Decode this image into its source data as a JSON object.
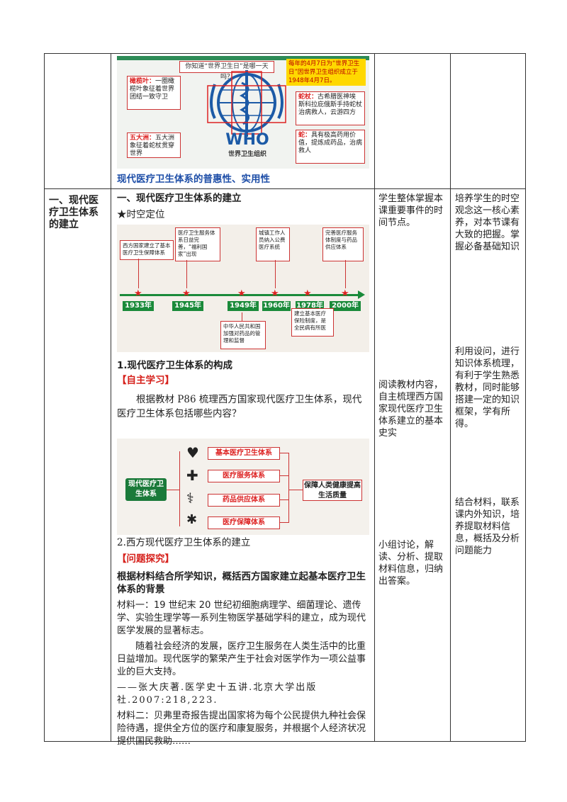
{
  "who_image": {
    "question": "你知道“世界卫生日”是哪一天吗？",
    "answer": "每年的4月7日为“世界卫生日”因世界卫生组织成立于1948年4月7日。",
    "olive_title": "橄榄叶：",
    "olive_text": "一圈橄榄叶象征着世界团结一致守卫",
    "continents_title": "五大洲：",
    "continents_text": "五大洲象征着蛇杖贯穿世界",
    "staff_title": "蛇杖：",
    "staff_text": "古希腊医神埃斯科拉庇俄斯手持蛇杖治病救人，云游四方",
    "snake_title": "蛇：",
    "snake_text": "具有极高药用价值，提炼成药品，治病救人",
    "logo": "WHO",
    "org_name": "世界卫生组织"
  },
  "row1": {
    "caption": "现代医疗卫生体系的普惠性、实用性"
  },
  "row2": {
    "section_title": "一、现代医疗卫生体系的建立",
    "main_heading": "一、现代医疗卫生体系的建立",
    "star_label": "★时空定位",
    "timeline": {
      "years": [
        "1933年",
        "1945年",
        "1949年",
        "1960年",
        "1978年",
        "2000年"
      ],
      "top_notes": [
        "西方国家建立了基本医疗卫生保障体系",
        "医疗卫生服务体系日益完善，“福利国家”出现",
        "城镇工作人员纳入公费医疗系统",
        "完善医疗服务体制度与药品供应体系"
      ],
      "bottom_notes": [
        "中华人民共和国加强对药品的管理和监督",
        "建立基本医疗保险制度，是全民病有所医"
      ]
    },
    "sub1_title": "1.现代医疗卫生体系的构成",
    "self_study_tag": "【自主学习】",
    "self_study_text": "根据教材 P86 梳理西方国家现代医疗卫生体系，现代医疗卫生体系包括哪些内容？",
    "diagram": {
      "center": "现代医疗卫生体系",
      "items": [
        "基本医疗卫生体系",
        "医疗服务体系",
        "药品供应体系",
        "医疗保障体系"
      ],
      "goal": "保障人类健康提高生活质量"
    },
    "sub2_title": "2.西方现代医疗卫生体系的建立",
    "inquiry_tag": "【问题探究】",
    "question": "根据材料结合所学知识，概括西方国家建立起基本医疗卫生体系的背景",
    "material1": "材料一：19 世纪末 20 世纪初细胞病理学、细菌理论、遗传学、实验生理学等一系列生物医学基础学科的建立，成为现代医学发展的显著标志。",
    "material1_para2": "随着社会经济的发展，医疗卫生服务在人类生活中的比重日益增加。现代医学的繁荣产生于社会对医学作为一项公益事业的巨大支持。",
    "source1": "——张大庆著.医学史十五讲.北京大学出版社.2007:218,223.",
    "material2": "材料二：贝弗里奇报告提出国家将为每个公民提供九种社会保险待遇，提供全方位的医疗和康复服务，并根据个人经济状况提供国民救助……"
  },
  "col3": {
    "student1": "学生整体掌握本课重要事件的时间节点。",
    "student2": "阅读教材内容，自主梳理西方国家现代医疗卫生体系建立的基本史实",
    "student3": "小组讨论，解读、分析、提取材料信息，归纳出答案。"
  },
  "col4": {
    "intent1": "培养学生的时空观念这一核心素养，对本节课有大致的把握。掌握必备基础知识",
    "intent2": "利用设问，进行知识体系梳理，有利于学生熟悉教材，同时能够搭建一定的知识框架，学有所得。",
    "intent3": "结合材料，联系课内外知识，培养提取材料信息，概括及分析问题能力"
  },
  "colors": {
    "red": "#d6201b",
    "blue": "#1f4fa8",
    "timeline_green": "#1a8a3a",
    "who_blue": "#1c5aa6"
  }
}
